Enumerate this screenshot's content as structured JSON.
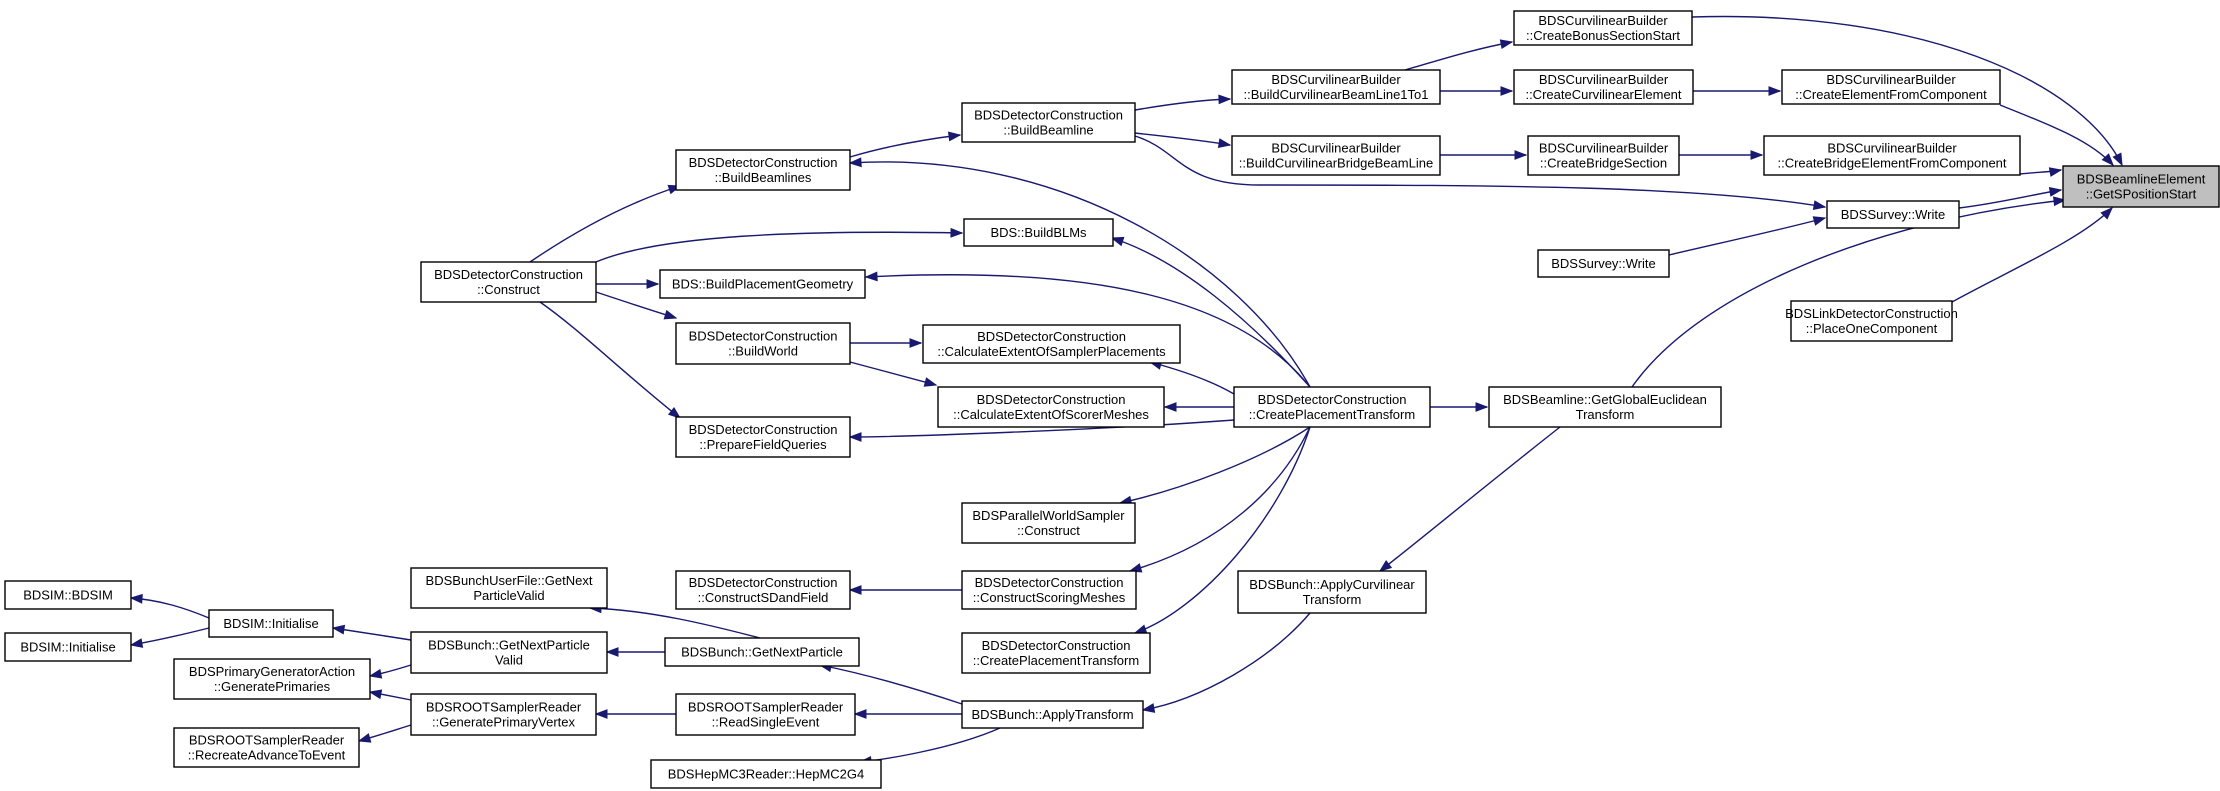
{
  "root": "n_root",
  "nodes": [
    {
      "id": "n_root",
      "lines": [
        "BDSBeamlineElement",
        "::GetSPositionStart"
      ]
    },
    {
      "id": "n_cbl_bonus",
      "lines": [
        "BDSCurvilinearBuilder",
        "::CreateBonusSectionStart"
      ]
    },
    {
      "id": "n_cbl_1to1",
      "lines": [
        "BDSCurvilinearBuilder",
        "::BuildCurvilinearBeamLine1To1"
      ]
    },
    {
      "id": "n_cbl_curvel",
      "lines": [
        "BDSCurvilinearBuilder",
        "::CreateCurvilinearElement"
      ]
    },
    {
      "id": "n_cbl_elfromcomp",
      "lines": [
        "BDSCurvilinearBuilder",
        "::CreateElementFromComponent"
      ]
    },
    {
      "id": "n_dc_buildbeamline",
      "lines": [
        "BDSDetectorConstruction",
        "::BuildBeamline"
      ]
    },
    {
      "id": "n_cbl_bridgebl",
      "lines": [
        "BDSCurvilinearBuilder",
        "::BuildCurvilinearBridgeBeamLine"
      ]
    },
    {
      "id": "n_cbl_bridgesec",
      "lines": [
        "BDSCurvilinearBuilder",
        "::CreateBridgeSection"
      ]
    },
    {
      "id": "n_cbl_bridgeelfromcomp",
      "lines": [
        "BDSCurvilinearBuilder",
        "::CreateBridgeElementFromComponent"
      ]
    },
    {
      "id": "n_dc_buildbeamlines",
      "lines": [
        "BDSDetectorConstruction",
        "::BuildBeamlines"
      ]
    },
    {
      "id": "n_survey_write_a",
      "lines": [
        "BDSSurvey::Write"
      ]
    },
    {
      "id": "n_survey_write_b",
      "lines": [
        "BDSSurvey::Write"
      ]
    },
    {
      "id": "n_bds_buildblms",
      "lines": [
        "BDS::BuildBLMs"
      ]
    },
    {
      "id": "n_dc_construct",
      "lines": [
        "BDSDetectorConstruction",
        "::Construct"
      ]
    },
    {
      "id": "n_bds_buildplacement",
      "lines": [
        "BDS::BuildPlacementGeometry"
      ]
    },
    {
      "id": "n_ldc_placeone",
      "lines": [
        "BDSLinkDetectorConstruction",
        "::PlaceOneComponent"
      ]
    },
    {
      "id": "n_dc_buildworld",
      "lines": [
        "BDSDetectorConstruction",
        "::BuildWorld"
      ]
    },
    {
      "id": "n_dc_calcsampler",
      "lines": [
        "BDSDetectorConstruction",
        "::CalculateExtentOfSamplerPlacements"
      ]
    },
    {
      "id": "n_dc_calcscorer",
      "lines": [
        "BDSDetectorConstruction",
        "::CalculateExtentOfScorerMeshes"
      ]
    },
    {
      "id": "n_dc_createplacement",
      "lines": [
        "BDSDetectorConstruction",
        "::CreatePlacementTransform"
      ]
    },
    {
      "id": "n_bl_getglobal",
      "lines": [
        "BDSBeamline::GetGlobalEuclidean",
        "Transform"
      ]
    },
    {
      "id": "n_dc_preparefield",
      "lines": [
        "BDSDetectorConstruction",
        "::PrepareFieldQueries"
      ]
    },
    {
      "id": "n_pws_construct",
      "lines": [
        "BDSParallelWorldSampler",
        "::Construct"
      ]
    },
    {
      "id": "n_bunchuser_getnext",
      "lines": [
        "BDSBunchUserFile::GetNext",
        "ParticleValid"
      ]
    },
    {
      "id": "n_dc_constructsd",
      "lines": [
        "BDSDetectorConstruction",
        "::ConstructSDandField"
      ]
    },
    {
      "id": "n_dc_constructscoring",
      "lines": [
        "BDSDetectorConstruction",
        "::ConstructScoringMeshes"
      ]
    },
    {
      "id": "n_bunch_applycurv",
      "lines": [
        "BDSBunch::ApplyCurvilinear",
        "Transform"
      ]
    },
    {
      "id": "n_bdsim_ctor",
      "lines": [
        "BDSIM::BDSIM"
      ]
    },
    {
      "id": "n_bdsim_init_member",
      "lines": [
        "BDSIM::Initialise"
      ]
    },
    {
      "id": "n_bdsim_init_free",
      "lines": [
        "BDSIM::Initialise"
      ]
    },
    {
      "id": "n_bunch_getnextvalid",
      "lines": [
        "BDSBunch::GetNextParticle",
        "Valid"
      ]
    },
    {
      "id": "n_bunch_getnext",
      "lines": [
        "BDSBunch::GetNextParticle"
      ]
    },
    {
      "id": "n_dc_createplacement2",
      "lines": [
        "BDSDetectorConstruction",
        "::CreatePlacementTransform"
      ]
    },
    {
      "id": "n_pga_generate",
      "lines": [
        "BDSPrimaryGeneratorAction",
        "::GeneratePrimaries"
      ]
    },
    {
      "id": "n_rsr_genvertex",
      "lines": [
        "BDSROOTSamplerReader",
        "::GeneratePrimaryVertex"
      ]
    },
    {
      "id": "n_rsr_readsingle",
      "lines": [
        "BDSROOTSamplerReader",
        "::ReadSingleEvent"
      ]
    },
    {
      "id": "n_bunch_applytransform",
      "lines": [
        "BDSBunch::ApplyTransform"
      ]
    },
    {
      "id": "n_rsr_recreate",
      "lines": [
        "BDSROOTSamplerReader",
        "::RecreateAdvanceToEvent"
      ]
    },
    {
      "id": "n_hepmc3_tog4",
      "lines": [
        "BDSHepMC3Reader::HepMC2G4"
      ]
    }
  ],
  "edges": [
    {
      "from": "n_cbl_bonus",
      "to": "n_root"
    },
    {
      "from": "n_cbl_elfromcomp",
      "to": "n_root"
    },
    {
      "from": "n_cbl_bridgeelfromcomp",
      "to": "n_root"
    },
    {
      "from": "n_survey_write_a",
      "to": "n_root"
    },
    {
      "from": "n_bl_getglobal",
      "to": "n_root"
    },
    {
      "from": "n_ldc_placeone",
      "to": "n_root"
    },
    {
      "from": "n_cbl_1to1",
      "to": "n_cbl_bonus"
    },
    {
      "from": "n_cbl_1to1",
      "to": "n_cbl_curvel"
    },
    {
      "from": "n_cbl_curvel",
      "to": "n_cbl_elfromcomp"
    },
    {
      "from": "n_dc_buildbeamline",
      "to": "n_cbl_1to1"
    },
    {
      "from": "n_dc_buildbeamline",
      "to": "n_cbl_bridgebl"
    },
    {
      "from": "n_cbl_bridgebl",
      "to": "n_cbl_bridgesec"
    },
    {
      "from": "n_cbl_bridgesec",
      "to": "n_cbl_bridgeelfromcomp"
    },
    {
      "from": "n_dc_buildbeamlines",
      "to": "n_dc_buildbeamline"
    },
    {
      "from": "n_dc_buildbeamline",
      "to": "n_survey_write_a"
    },
    {
      "from": "n_survey_write_b",
      "to": "n_survey_write_a"
    },
    {
      "from": "n_dc_construct",
      "to": "n_dc_buildbeamlines"
    },
    {
      "from": "n_dc_construct",
      "to": "n_bds_buildblms"
    },
    {
      "from": "n_dc_construct",
      "to": "n_bds_buildplacement"
    },
    {
      "from": "n_dc_construct",
      "to": "n_dc_buildworld"
    },
    {
      "from": "n_dc_construct",
      "to": "n_dc_preparefield"
    },
    {
      "from": "n_dc_buildworld",
      "to": "n_dc_calcsampler"
    },
    {
      "from": "n_dc_buildworld",
      "to": "n_dc_calcscorer"
    },
    {
      "from": "n_dc_createplacement",
      "to": "n_bl_getglobal"
    },
    {
      "from": "n_dc_createplacement",
      "to": "n_dc_buildbeamlines"
    },
    {
      "from": "n_dc_createplacement",
      "to": "n_bds_buildblms"
    },
    {
      "from": "n_dc_createplacement",
      "to": "n_bds_buildplacement"
    },
    {
      "from": "n_dc_createplacement",
      "to": "n_dc_calcsampler"
    },
    {
      "from": "n_dc_createplacement",
      "to": "n_dc_calcscorer"
    },
    {
      "from": "n_dc_createplacement",
      "to": "n_dc_preparefield"
    },
    {
      "from": "n_dc_createplacement",
      "to": "n_pws_construct"
    },
    {
      "from": "n_dc_createplacement",
      "to": "n_dc_constructscoring"
    },
    {
      "from": "n_dc_createplacement",
      "to": "n_dc_createplacement2"
    },
    {
      "from": "n_bl_getglobal",
      "to": "n_bunch_applycurv"
    },
    {
      "from": "n_dc_constructscoring",
      "to": "n_dc_constructsd"
    },
    {
      "from": "n_bunch_applycurv",
      "to": "n_bunch_applytransform"
    },
    {
      "from": "n_bunch_getnext",
      "to": "n_bunchuser_getnext"
    },
    {
      "from": "n_bunch_getnext",
      "to": "n_bunch_getnextvalid"
    },
    {
      "from": "n_bunch_getnextvalid",
      "to": "n_bdsim_init_member"
    },
    {
      "from": "n_bunch_getnextvalid",
      "to": "n_pga_generate"
    },
    {
      "from": "n_bdsim_init_member",
      "to": "n_bdsim_ctor"
    },
    {
      "from": "n_bdsim_init_member",
      "to": "n_bdsim_init_free"
    },
    {
      "from": "n_bunch_applytransform",
      "to": "n_bunch_getnext"
    },
    {
      "from": "n_bunch_applytransform",
      "to": "n_rsr_readsingle"
    },
    {
      "from": "n_bunch_applytransform",
      "to": "n_hepmc3_tog4"
    },
    {
      "from": "n_rsr_readsingle",
      "to": "n_rsr_genvertex"
    },
    {
      "from": "n_rsr_genvertex",
      "to": "n_pga_generate"
    },
    {
      "from": "n_rsr_genvertex",
      "to": "n_rsr_recreate"
    }
  ]
}
